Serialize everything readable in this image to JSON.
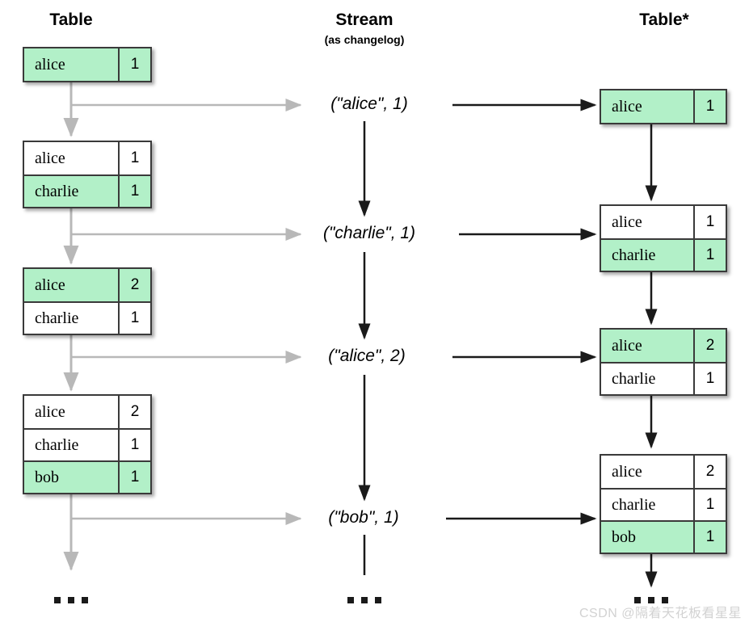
{
  "columns": {
    "left": {
      "title": "Table"
    },
    "middle": {
      "title": "Stream",
      "subtitle": "(as changelog)"
    },
    "right": {
      "title": "Table*"
    }
  },
  "left_tables": [
    {
      "rows": [
        {
          "key": "alice",
          "value": "1",
          "highlight": true
        }
      ]
    },
    {
      "rows": [
        {
          "key": "alice",
          "value": "1",
          "highlight": false
        },
        {
          "key": "charlie",
          "value": "1",
          "highlight": true
        }
      ]
    },
    {
      "rows": [
        {
          "key": "alice",
          "value": "2",
          "highlight": true
        },
        {
          "key": "charlie",
          "value": "1",
          "highlight": false
        }
      ]
    },
    {
      "rows": [
        {
          "key": "alice",
          "value": "2",
          "highlight": false
        },
        {
          "key": "charlie",
          "value": "1",
          "highlight": false
        },
        {
          "key": "bob",
          "value": "1",
          "highlight": true
        }
      ]
    }
  ],
  "stream_events": [
    {
      "label": "(\"alice\", 1)"
    },
    {
      "label": "(\"charlie\", 1)"
    },
    {
      "label": "(\"alice\", 2)"
    },
    {
      "label": "(\"bob\", 1)"
    }
  ],
  "right_tables": [
    {
      "rows": [
        {
          "key": "alice",
          "value": "1",
          "highlight": true
        }
      ]
    },
    {
      "rows": [
        {
          "key": "alice",
          "value": "1",
          "highlight": false
        },
        {
          "key": "charlie",
          "value": "1",
          "highlight": true
        }
      ]
    },
    {
      "rows": [
        {
          "key": "alice",
          "value": "2",
          "highlight": true
        },
        {
          "key": "charlie",
          "value": "1",
          "highlight": false
        }
      ]
    },
    {
      "rows": [
        {
          "key": "alice",
          "value": "2",
          "highlight": false
        },
        {
          "key": "charlie",
          "value": "1",
          "highlight": false
        },
        {
          "key": "bob",
          "value": "1",
          "highlight": true
        }
      ]
    }
  ],
  "ellipses": [
    "...",
    "...",
    "..."
  ],
  "watermark": {
    "text": "CSDN @隔着天花板看星星"
  },
  "colors": {
    "highlight_green": "#b2f0c8",
    "border": "#3a3a3a",
    "gray_arrow": "#b8b8b8",
    "black_arrow": "#1a1a1a",
    "watermark": "#d2d2d2"
  }
}
